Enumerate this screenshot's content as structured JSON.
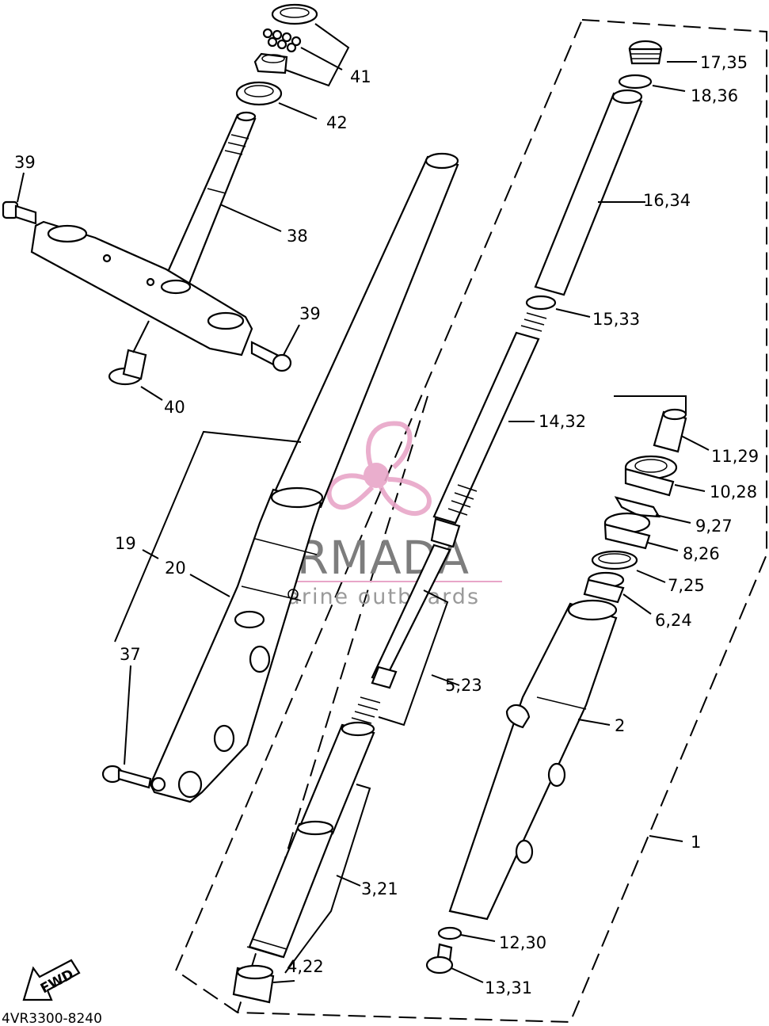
{
  "diagram": {
    "figure_code": "4VR3300-8240",
    "fwd_label": "FWD",
    "watermark": {
      "brand": "ARMADA",
      "tagline": "marine outboards",
      "logo_color": "#e8a6c8",
      "text_color": "#7d7d7d"
    },
    "callouts": [
      {
        "id": "c41",
        "text": "41"
      },
      {
        "id": "c42",
        "text": "42"
      },
      {
        "id": "c39a",
        "text": "39"
      },
      {
        "id": "c38",
        "text": "38"
      },
      {
        "id": "c39b",
        "text": "39"
      },
      {
        "id": "c40",
        "text": "40"
      },
      {
        "id": "c19",
        "text": "19"
      },
      {
        "id": "c20",
        "text": "20"
      },
      {
        "id": "c37",
        "text": "37"
      },
      {
        "id": "c17",
        "text": "17,35"
      },
      {
        "id": "c18",
        "text": "18,36"
      },
      {
        "id": "c16",
        "text": "16,34"
      },
      {
        "id": "c15",
        "text": "15,33"
      },
      {
        "id": "c14",
        "text": "14,32"
      },
      {
        "id": "c11",
        "text": "11,29"
      },
      {
        "id": "c10",
        "text": "10,28"
      },
      {
        "id": "c9",
        "text": "9,27"
      },
      {
        "id": "c8",
        "text": "8,26"
      },
      {
        "id": "c7",
        "text": "7,25"
      },
      {
        "id": "c6",
        "text": "6,24"
      },
      {
        "id": "c5",
        "text": "5,23"
      },
      {
        "id": "c2",
        "text": "2"
      },
      {
        "id": "c1",
        "text": "1"
      },
      {
        "id": "c3",
        "text": "3,21"
      },
      {
        "id": "c12",
        "text": "12,30"
      },
      {
        "id": "c4",
        "text": "4,22"
      },
      {
        "id": "c13",
        "text": "13,31"
      }
    ]
  }
}
